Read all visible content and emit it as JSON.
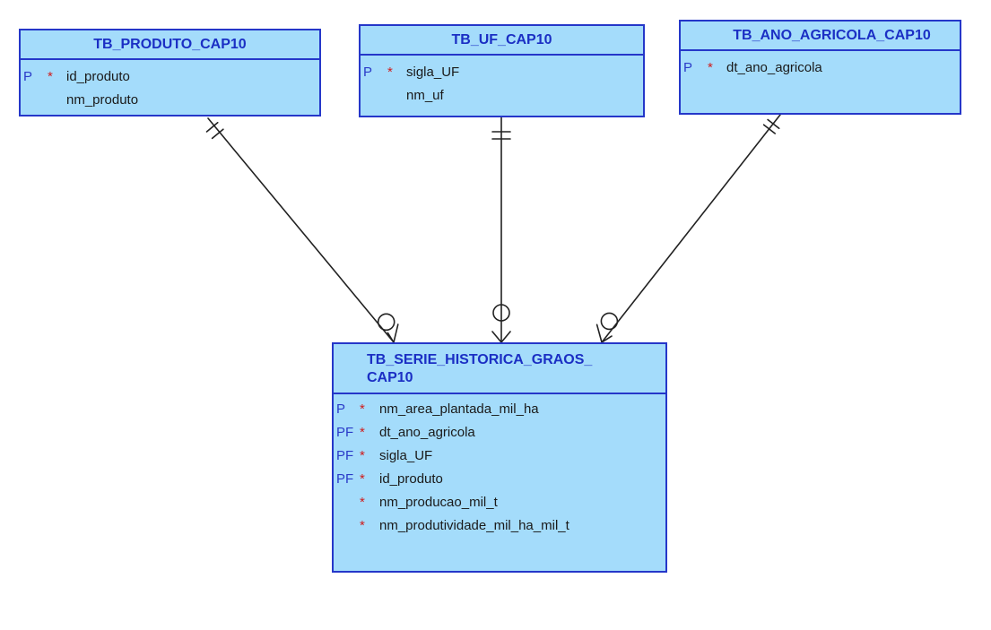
{
  "colors": {
    "entity_fill": "#a4dcfb",
    "entity_border": "#2537c9",
    "title_text": "#1b2fc4",
    "key_text": "#2a3ac8",
    "required_marker": "#d01c1c",
    "relationship_line": "#222222"
  },
  "entities": {
    "produto": {
      "title": "TB_PRODUTO_CAP10",
      "attributes": [
        {
          "key": "P",
          "required": "*",
          "name": "id_produto"
        },
        {
          "key": "",
          "required": "",
          "name": "nm_produto"
        }
      ]
    },
    "uf": {
      "title": "TB_UF_CAP10",
      "attributes": [
        {
          "key": "P",
          "required": "*",
          "name": "sigla_UF"
        },
        {
          "key": "",
          "required": "",
          "name": "nm_uf"
        }
      ]
    },
    "ano_agricola": {
      "title": "TB_ANO_AGRICOLA_CAP10",
      "attributes": [
        {
          "key": "P",
          "required": "*",
          "name": "dt_ano_agricola"
        }
      ]
    },
    "serie": {
      "title_line1": "TB_SERIE_HISTORICA_GRAOS_",
      "title_line2": "CAP10",
      "attributes": [
        {
          "key": "P",
          "required": "*",
          "name": "nm_area_plantada_mil_ha"
        },
        {
          "key": "PF",
          "required": "*",
          "name": "dt_ano_agricola"
        },
        {
          "key": "PF",
          "required": "*",
          "name": "sigla_UF"
        },
        {
          "key": "PF",
          "required": "*",
          "name": "id_produto"
        },
        {
          "key": "",
          "required": "*",
          "name": "nm_producao_mil_t"
        },
        {
          "key": "",
          "required": "*",
          "name": "nm_produtividade_mil_ha_mil_t"
        }
      ]
    }
  },
  "relationships": [
    {
      "from": "TB_PRODUTO_CAP10",
      "to": "TB_SERIE_HISTORICA_GRAOS_CAP10",
      "parent_cardinality": "one-and-only-one",
      "child_cardinality": "zero-or-many"
    },
    {
      "from": "TB_UF_CAP10",
      "to": "TB_SERIE_HISTORICA_GRAOS_CAP10",
      "parent_cardinality": "one-and-only-one",
      "child_cardinality": "zero-or-many"
    },
    {
      "from": "TB_ANO_AGRICOLA_CAP10",
      "to": "TB_SERIE_HISTORICA_GRAOS_CAP10",
      "parent_cardinality": "one-and-only-one",
      "child_cardinality": "zero-or-many"
    }
  ]
}
